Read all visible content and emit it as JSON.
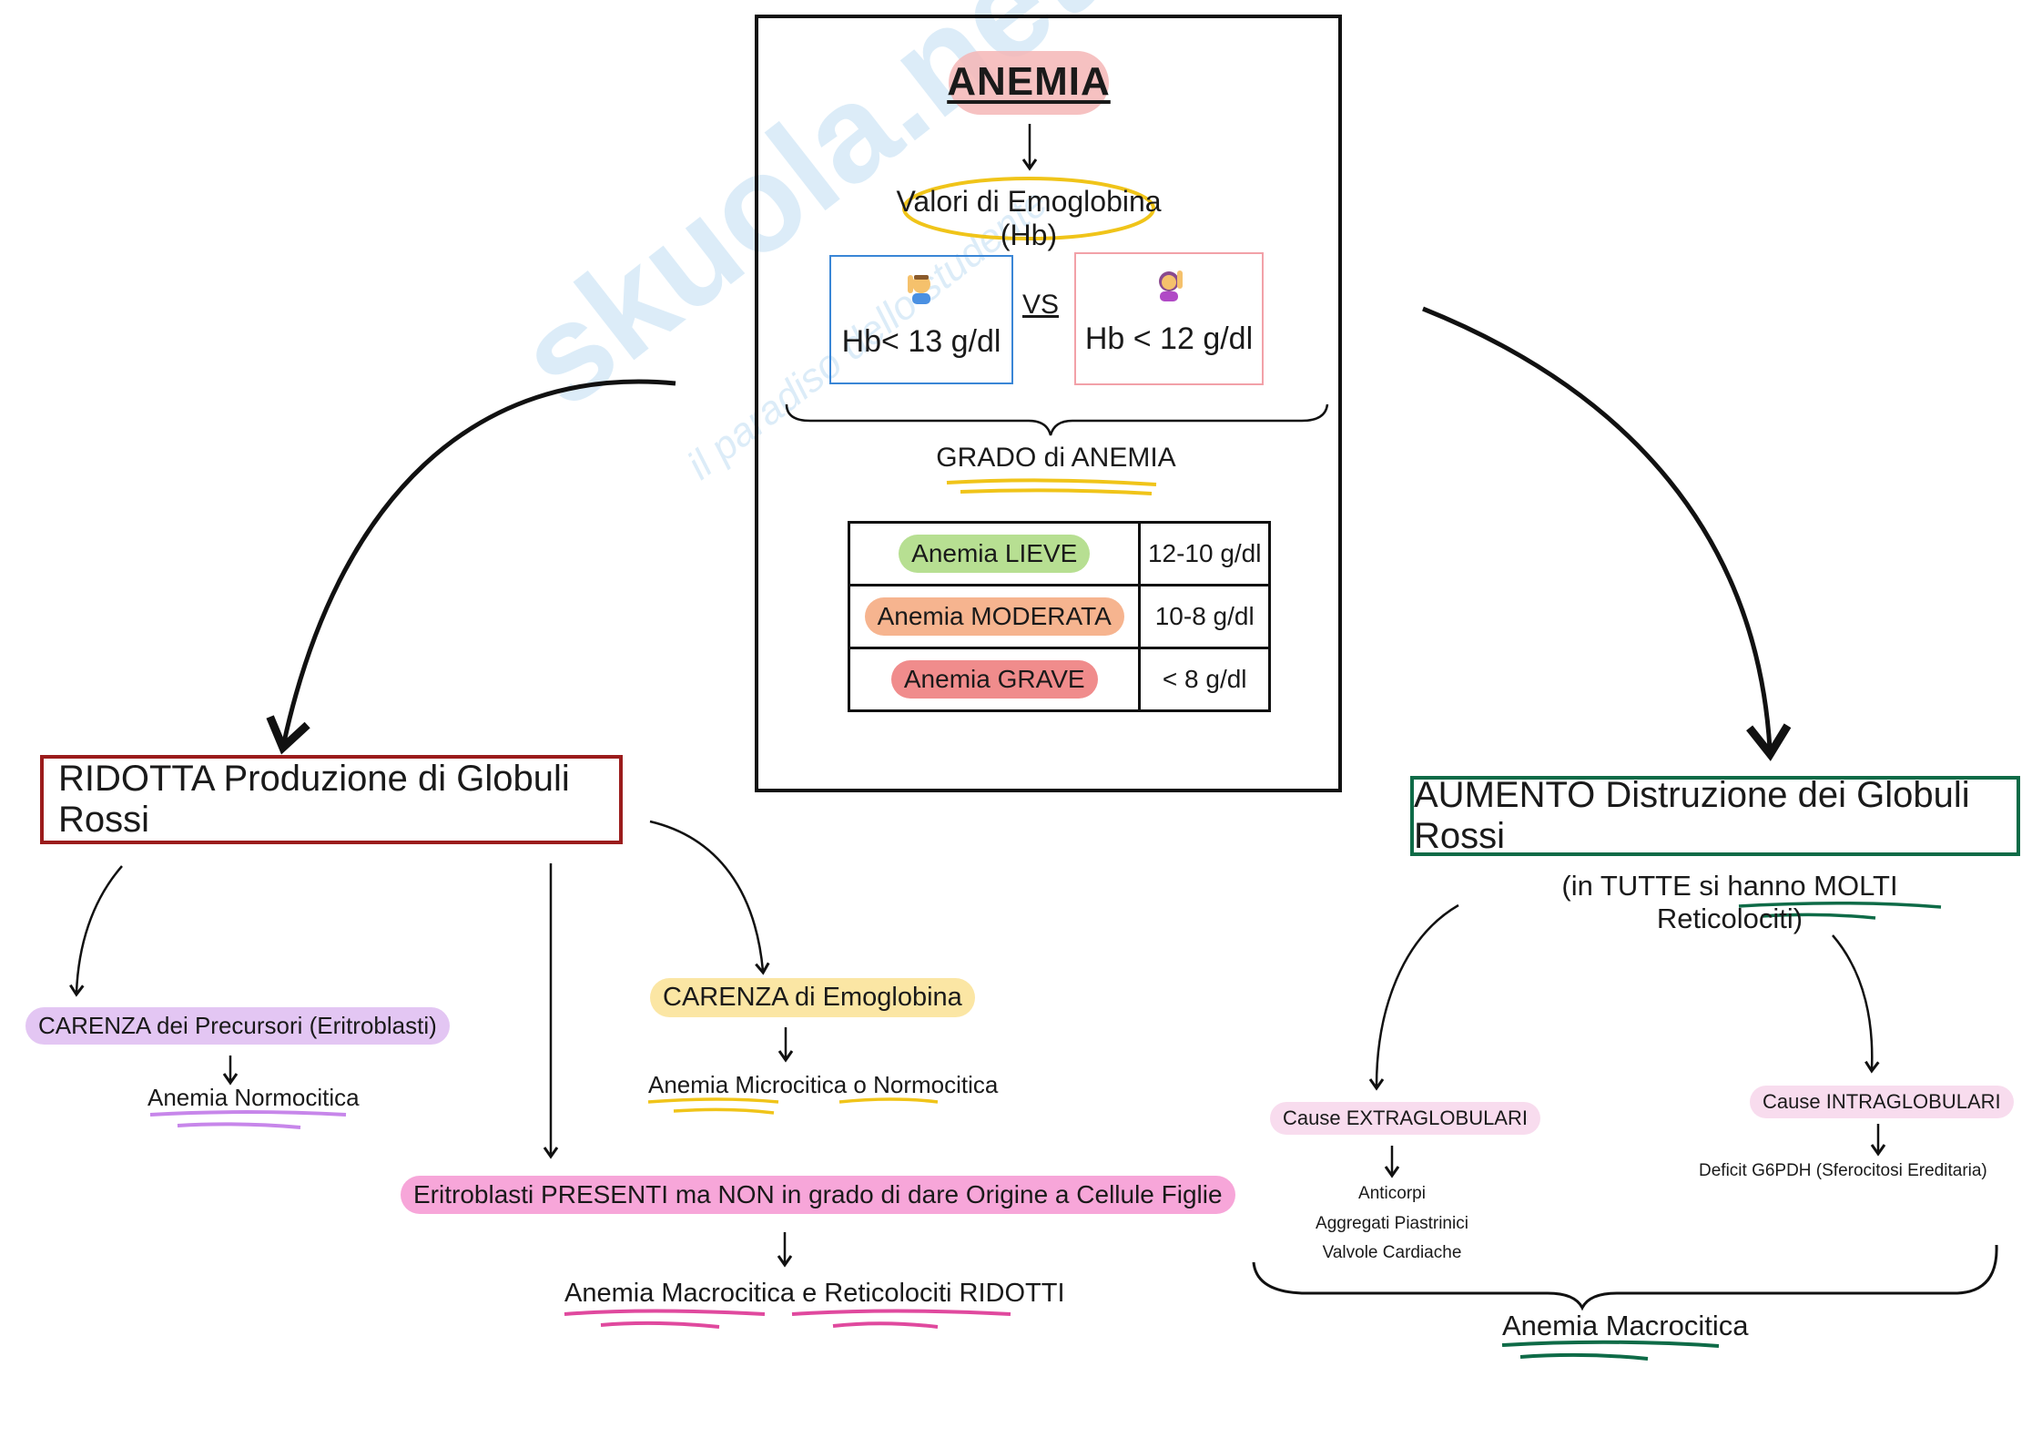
{
  "title": "ANEMIA",
  "hb_values": "Valori di Emoglobina (Hb)",
  "male": {
    "icon": "man-raising-hand-icon",
    "threshold": "Hb< 13 g/dl"
  },
  "female": {
    "icon": "woman-raising-hand-icon",
    "threshold": "Hb < 12 g/dl"
  },
  "vs": "VS",
  "grade_heading": "GRADO di ANEMIA",
  "grades": [
    {
      "label": "Anemia LIEVE",
      "range": "12-10 g/dl",
      "color": "#b7df92"
    },
    {
      "label": "Anemia MODERATA",
      "range": "10-8 g/dl",
      "color": "#f6b48f"
    },
    {
      "label": "Anemia GRAVE",
      "range": "< 8 g/dl",
      "color": "#f08c8c"
    }
  ],
  "left_branch": {
    "title": "RIDOTTA Produzione di Globuli Rossi",
    "precursor_deficit": "CARENZA dei Precursori (Eritroblasti)",
    "normocytic": "Anemia Normocitica",
    "hb_deficit": "CARENZA di Emoglobina",
    "micro_normo": "Anemia Microcitica o Normocitica",
    "erythroblasts": "Eritroblasti PRESENTI ma NON in grado di dare Origine a Cellule Figlie",
    "macro_reticulo": "Anemia Macrocitica e Reticolociti RIDOTTI"
  },
  "right_branch": {
    "title": "AUMENTO Distruzione dei Globuli Rossi",
    "note": "(in TUTTE si hanno MOLTI Reticolociti)",
    "extra": "Cause EXTRAGLOBULARI",
    "extra_items": [
      "Anticorpi",
      "Aggregati Piastrinici",
      "Valvole Cardiache"
    ],
    "intra": "Cause INTRAGLOBULARI",
    "intra_item": "Deficit G6PDH (Sferocitosi Ereditaria)",
    "macrocytic": "Anemia Macrocitica"
  },
  "watermark": "skuola.net",
  "watermark_tagline": "il paradiso dello studente",
  "colors": {
    "purple_hl": "#e3c6f3",
    "yellow_hl": "#fbe6a4",
    "pink_hl": "#f7a6d9",
    "light_pink_hl": "#f8dcee",
    "red_border": "#9b1c1c",
    "green_border": "#0e6b47",
    "blue_box": "#3a86d6",
    "pink_box": "#f2a1a8"
  }
}
